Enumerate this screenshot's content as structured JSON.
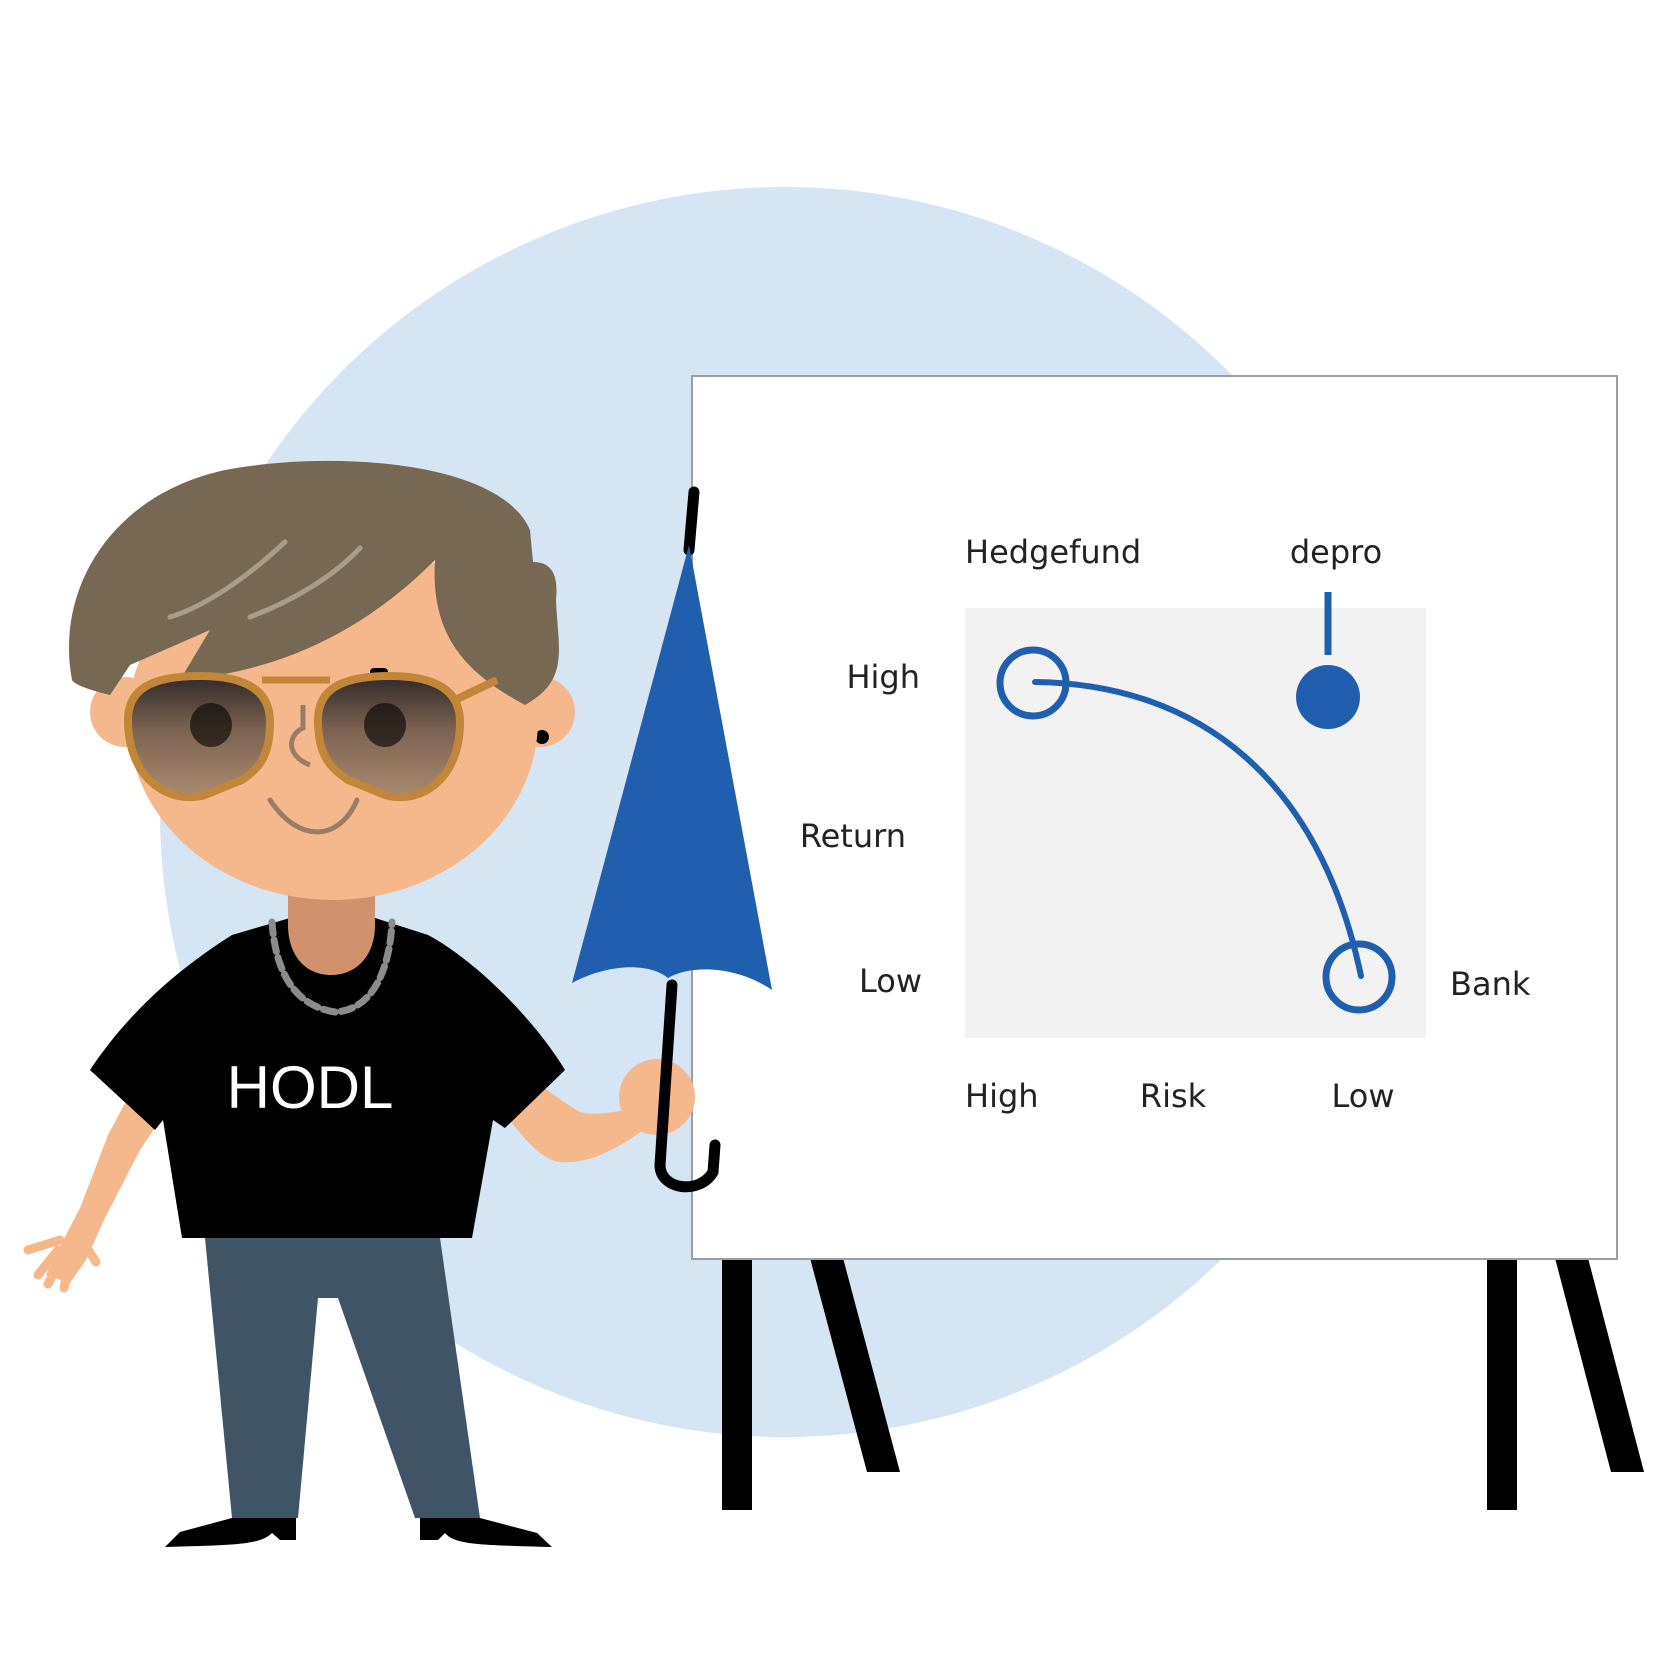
{
  "shirt": {
    "text": "HODL"
  },
  "chart": {
    "top_labels": {
      "left": "Hedgefund",
      "right": "depro"
    },
    "y_axis": {
      "title": "Return",
      "high": "High",
      "low": "Low"
    },
    "x_axis": {
      "title": "Risk",
      "high": "High",
      "low": "Low"
    },
    "right_label": "Bank"
  },
  "colors": {
    "background_circle": "#d6e5f3",
    "chart_blue": "#1f5fad",
    "chart_panel": "#f2f2f2",
    "hair": "#766853",
    "skin": "#f4b88c",
    "pants": "#3f5566",
    "glasses_frame": "#c18638"
  }
}
